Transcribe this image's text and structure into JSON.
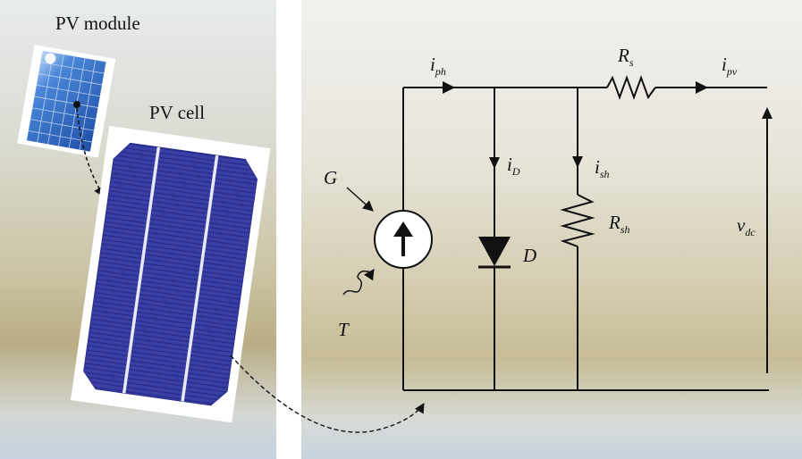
{
  "left_panel": {
    "module_label": "PV module",
    "cell_label": "PV cell"
  },
  "circuit": {
    "i_ph": {
      "main": "i",
      "sub": "ph"
    },
    "R_s": {
      "main": "R",
      "sub": "s"
    },
    "i_pv": {
      "main": "i",
      "sub": "pv"
    },
    "G": "G",
    "T": "T",
    "i_D": {
      "main": "i",
      "sub": "D"
    },
    "i_sh": {
      "main": "i",
      "sub": "sh"
    },
    "R_sh": {
      "main": "R",
      "sub": "sh"
    },
    "D": "D",
    "v_dc": {
      "main": "v",
      "sub": "dc"
    }
  },
  "colors": {
    "cell_blue": "#3b3fa8",
    "module_blue": "#2f64c4",
    "wire": "#111111"
  }
}
